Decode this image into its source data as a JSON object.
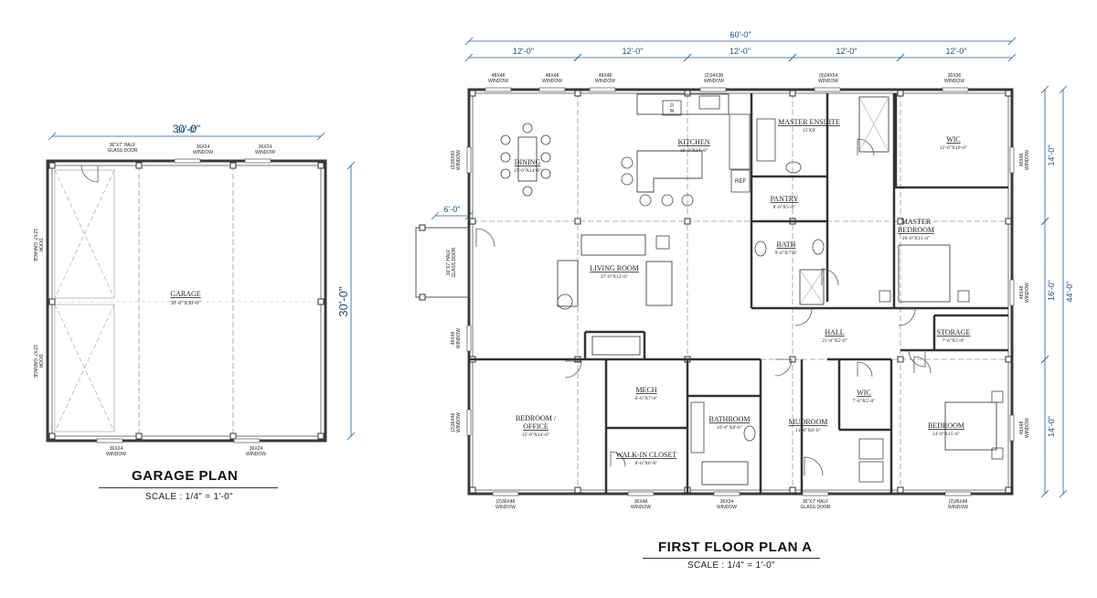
{
  "garage": {
    "title": "GARAGE PLAN",
    "scale": "SCALE :  1/4\" = 1'-0\"",
    "dim_width": "30'-0\"",
    "dim_height": "30'-0\"",
    "room_name": "GARAGE",
    "room_size": "30'-0\"X30'-0\"",
    "door_top": [
      "36\"X7' HALF",
      "GLASS DOOR"
    ],
    "window_top_1": [
      "36X24",
      "WINDOW"
    ],
    "window_top_2": [
      "36X24",
      "WINDOW"
    ],
    "window_bottom_1": [
      "36X24",
      "WINDOW"
    ],
    "window_bottom_2": [
      "36X24",
      "WINDOW"
    ],
    "garage_door_1": [
      "12'X7' GARAGE",
      "DOOR"
    ],
    "garage_door_2": [
      "12'X7' GARAGE",
      "DOOR"
    ]
  },
  "floor": {
    "title": "FIRST FLOOR PLAN A",
    "scale": "SCALE :  1/4\" = 1'-0\"",
    "dim_total_width": "60'-0\"",
    "dim_segments": [
      "12'-0\"",
      "12'-0\"",
      "12'-0\"",
      "12'-0\"",
      "12'-0\""
    ],
    "dim_total_height": "44'-0\"",
    "dim_right_segments": [
      "14'-0\"",
      "16'-0\"",
      "14'-0\""
    ],
    "dim_porch": "6'-0\"",
    "rooms": [
      {
        "name": "DINING",
        "size": "15'-0\"X14'-6\""
      },
      {
        "name": "KITCHEN",
        "size": "16'-0\"X14'-6\""
      },
      {
        "name": "MASTER ENSUITE",
        "size": "15'X9'"
      },
      {
        "name": "WIC",
        "size": "12'-6\"X10'-0\""
      },
      {
        "name": "PANTRY",
        "size": "8'-0\"X5'-0\""
      },
      {
        "name": "MASTER",
        "name2": "BEDROOM",
        "size": "20'-0\"X15'-6\""
      },
      {
        "name": "BATH",
        "size": "9'-6\"X7'-6\""
      },
      {
        "name": "LIVING ROOM",
        "size": "37'-0\"X13'-6\""
      },
      {
        "name": "HALL",
        "size": "21'-0\"X5'-0\""
      },
      {
        "name": "STORAGE",
        "size": "7'-6\"X5'-0\""
      },
      {
        "name": "BEDROOM /",
        "name2": "OFFICE",
        "size": "15'-0\"X14'-0\""
      },
      {
        "name": "MECH",
        "size": "8'-6\"X7'-0\""
      },
      {
        "name": "BATHROOM",
        "size": "10'-0\"X8'-0\""
      },
      {
        "name": "WALK-IN CLOSET",
        "size": "8'-6\"X6'-6\""
      },
      {
        "name": "MUDROOM",
        "size": "11'-0\"X8'-0\""
      },
      {
        "name": "WIC",
        "size": "7'-6\"X5'-0\""
      },
      {
        "name": "BEDROOM",
        "size": "14'-0\"X15'-6\""
      }
    ],
    "windows_top": [
      [
        "48X48",
        "WINDOW"
      ],
      [
        "48X48",
        "WINDOW"
      ],
      [
        "48X48",
        "WINDOW"
      ],
      [
        "(2)24X36",
        "WINDOW"
      ],
      [
        "(3)24X54",
        "WINDOW"
      ],
      [
        "30X36",
        "WINDOW"
      ]
    ],
    "windows_bottom": [
      [
        "(2)36X48",
        "WINDOW"
      ],
      [
        "36X48",
        "WINDOW"
      ],
      [
        "36X24",
        "WINDOW"
      ],
      [
        "36\"X7' HALF",
        "GLASS DOOR"
      ],
      [
        "(2)36X48",
        "WINDOW"
      ]
    ],
    "windows_left": [
      [
        "(3)36X60",
        "WINDOW"
      ],
      [
        "48X48",
        "WINDOW"
      ],
      [
        "(2)36X48",
        "WINDOW"
      ]
    ],
    "windows_right": [
      [
        "48X48",
        "WINDOW"
      ],
      [
        "48X48",
        "WINDOW"
      ],
      [
        "48X48",
        "WINDOW"
      ]
    ],
    "door_left": [
      "36\"X7' HALF",
      "GLASS DOOR"
    ],
    "fixture_dw": "D\nW",
    "fixture_ref": "REF"
  },
  "colors": {
    "wall": "#3a3a3a",
    "grid": "#9a9a9a",
    "dim": "#1e5f9a",
    "text": "#222222"
  }
}
